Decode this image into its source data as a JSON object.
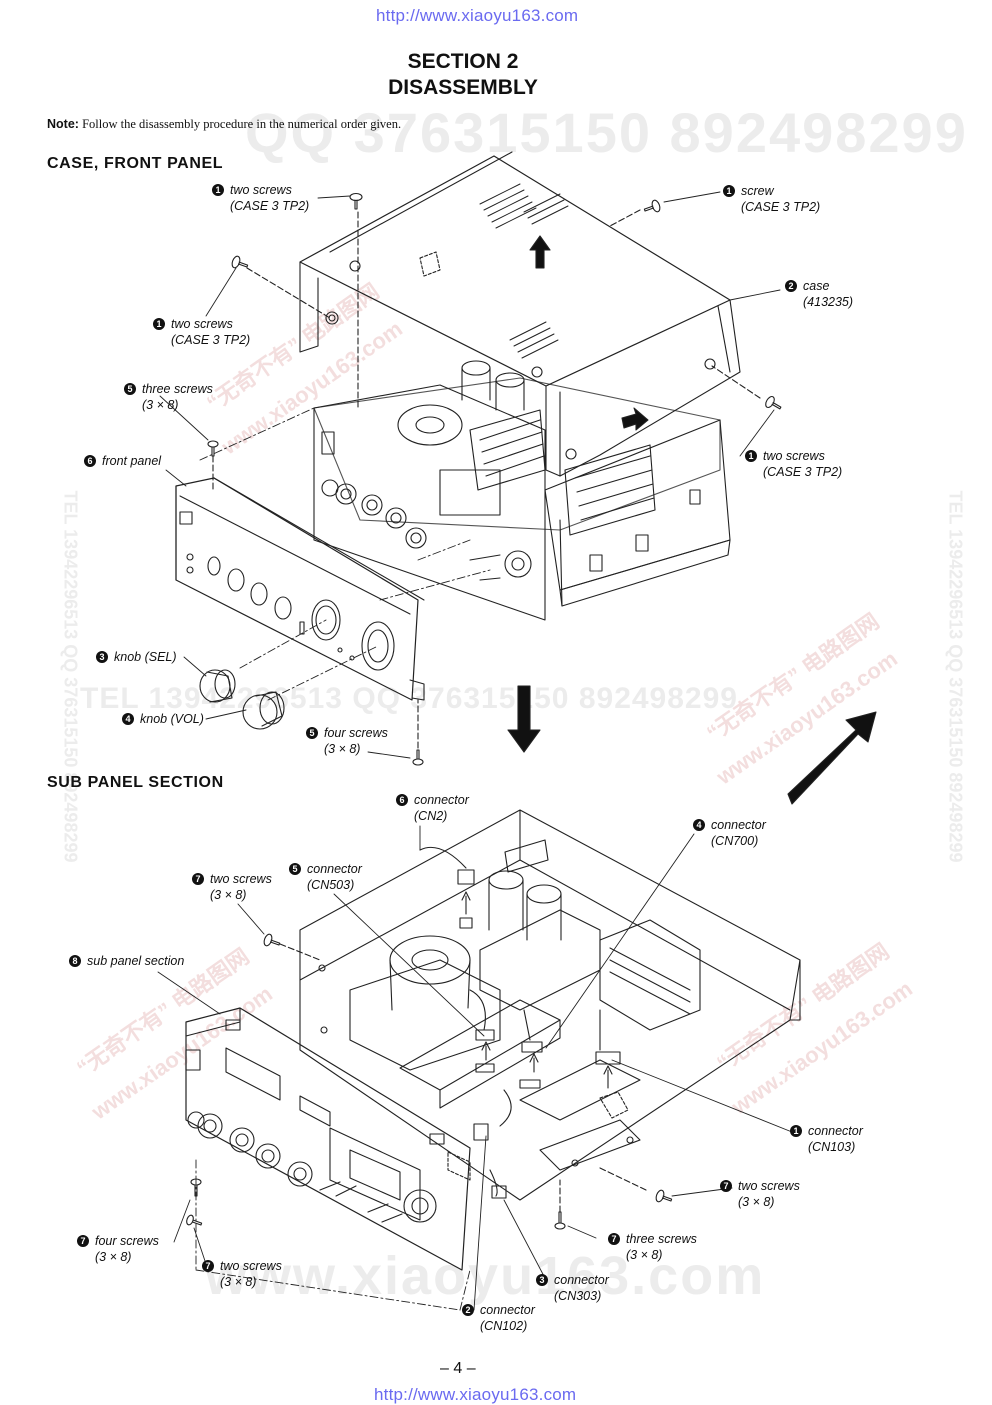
{
  "header_url": "http://www.xiaoyu163.com",
  "footer_url": "http://www.xiaoyu163.com",
  "section": {
    "number": "SECTION  2",
    "title": "DISASSEMBLY"
  },
  "note": {
    "label": "Note:",
    "text": " Follow the disassembly procedure in the numerical order given."
  },
  "case_front_panel": {
    "heading": "CASE,  FRONT  PANEL",
    "callouts": [
      {
        "num": "1",
        "line1": "two screws",
        "line2": "(CASE 3 TP2)"
      },
      {
        "num": "1",
        "line1": "screw",
        "line2": "(CASE 3 TP2)"
      },
      {
        "num": "1",
        "line1": "two screws",
        "line2": "(CASE 3 TP2)"
      },
      {
        "num": "2",
        "line1": "case",
        "line2": "(413235)"
      },
      {
        "num": "5",
        "line1": "three screws",
        "line2": "(3 × 8)"
      },
      {
        "num": "1",
        "line1": "two screws",
        "line2": "(CASE 3 TP2)"
      },
      {
        "num": "6",
        "line1": "front panel",
        "line2": ""
      },
      {
        "num": "3",
        "line1": "knob (SEL)",
        "line2": ""
      },
      {
        "num": "4",
        "line1": "knob (VOL)",
        "line2": ""
      },
      {
        "num": "5",
        "line1": "four screws",
        "line2": "(3 × 8)"
      }
    ]
  },
  "sub_panel_section": {
    "heading": "SUB  PANEL  SECTION",
    "callouts": [
      {
        "num": "6",
        "line1": "connector",
        "line2": "(CN2)"
      },
      {
        "num": "4",
        "line1": "connector",
        "line2": "(CN700)"
      },
      {
        "num": "7",
        "line1": "two screws",
        "line2": "(3 × 8)"
      },
      {
        "num": "5",
        "line1": "connector",
        "line2": "(CN503)"
      },
      {
        "num": "8",
        "line1": "sub panel section",
        "line2": ""
      },
      {
        "num": "1",
        "line1": "connector",
        "line2": "(CN103)"
      },
      {
        "num": "7",
        "line1": "two screws",
        "line2": "(3 × 8)"
      },
      {
        "num": "7",
        "line1": "four screws",
        "line2": "(3 × 8)"
      },
      {
        "num": "7",
        "line1": "three screws",
        "line2": "(3 × 8)"
      },
      {
        "num": "7",
        "line1": "two screws",
        "line2": "(3 × 8)"
      },
      {
        "num": "3",
        "line1": "connector",
        "line2": "(CN303)"
      },
      {
        "num": "2",
        "line1": "connector",
        "line2": "(CN102)"
      }
    ]
  },
  "watermarks": {
    "top_number": "QQ 376315150   892498299",
    "mid_number": "TEL 13942296513   QQ 376315150   892498299",
    "side_text": "TEL 13942296513  QQ 376315150  892498299",
    "brand_cn": "“无奇不有” 电路图网",
    "brand_url": "www.xiaoyu163.com",
    "bottom_url": "www.xiaoyu163.com"
  },
  "page_number": "– 4 –"
}
